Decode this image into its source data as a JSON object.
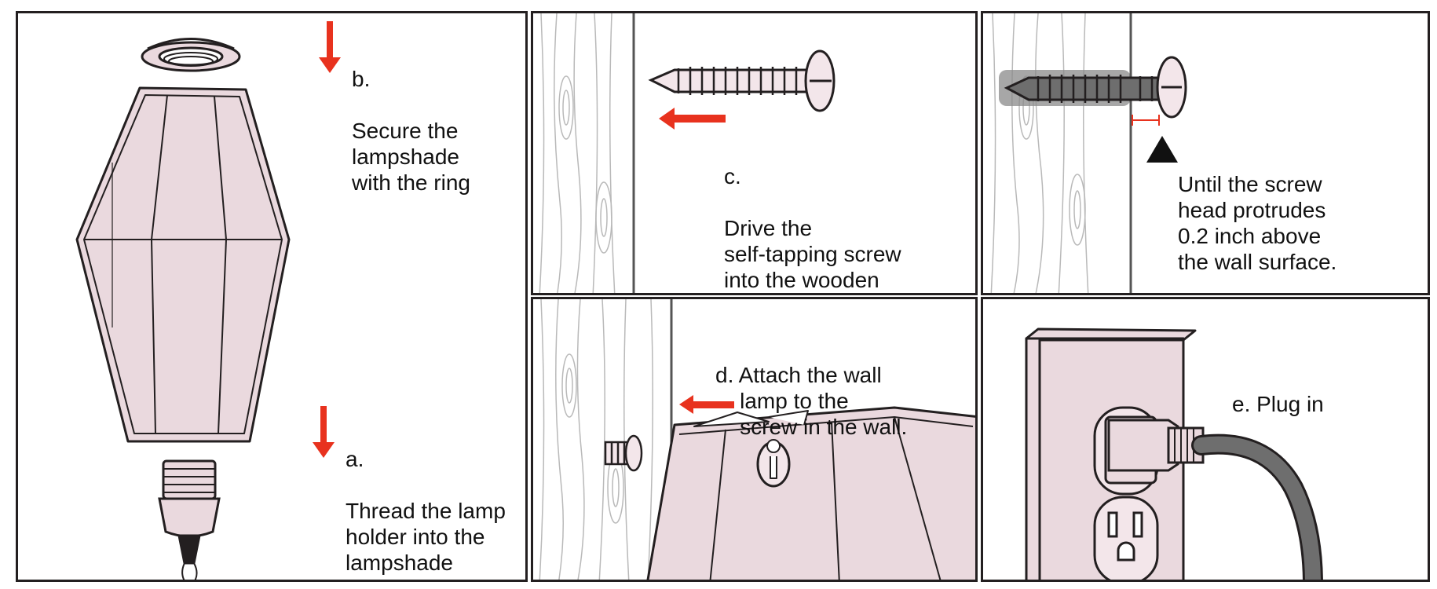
{
  "colors": {
    "outline": "#231f20",
    "shade_fill": "#ead9de",
    "arrow": "#e8321e",
    "wood_grain": "#b9b9b9",
    "cord": "#6e6e6e",
    "screw_fill": "#f3e6ea"
  },
  "icons": {
    "arrow": "red-arrow-icon",
    "triangle": "warning-triangle-icon"
  },
  "steps": {
    "b": {
      "letter": "b.",
      "text": "Secure the\nlampshade\nwith the ring"
    },
    "a": {
      "letter": "a.",
      "text": "Thread the lamp\nholder into the\nlampshade"
    },
    "c": {
      "letter": "c.",
      "text": "Drive the\nself-tapping screw\ninto the wooden\nwall directly."
    },
    "note": {
      "text": "Until the screw\nhead protrudes\n0.2 inch above\nthe wall surface."
    },
    "d": {
      "text": "d. Attach the wall\n    lamp to the\n    screw in the wall."
    },
    "e": {
      "text": "e. Plug in"
    }
  }
}
